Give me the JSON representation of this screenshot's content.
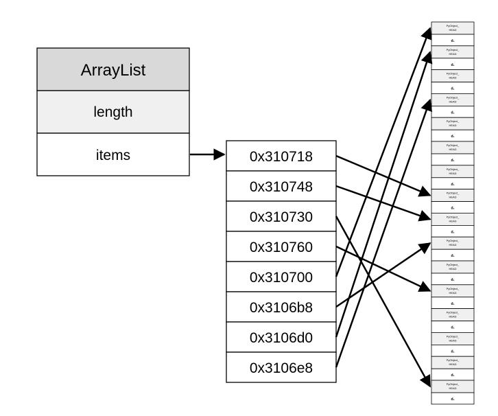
{
  "struct": {
    "title": "ArrayList",
    "fields": [
      "length",
      "items"
    ]
  },
  "addresses": [
    "0x310718",
    "0x310748",
    "0x310730",
    "0x310760",
    "0x310700",
    "0x3106b8",
    "0x3106d0",
    "0x3106e8"
  ],
  "memory": {
    "record_count": 16,
    "record_line1": "PyObject_",
    "record_line2": "HEAD",
    "record_value_label": "d₁",
    "pointer_targets": [
      7,
      8,
      15,
      11,
      0,
      9,
      1,
      3
    ]
  },
  "colors": {
    "title_fill": "#d9d9d9",
    "field_fill": "#f0f0f0",
    "cell_fill": "#ffffff",
    "stroke": "#000000"
  }
}
